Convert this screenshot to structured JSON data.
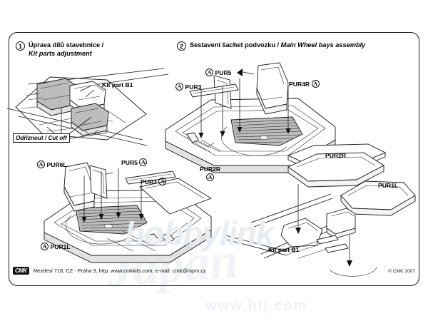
{
  "document": {
    "type": "model-kit-instruction-sheet",
    "manufacturer": "CMK"
  },
  "panels": [
    {
      "number": "1",
      "title_cz": "Úprava dílů stavebnice /",
      "title_en": "Kit parts adjustment",
      "labels": [
        {
          "text": "Kit part B1",
          "marker": ""
        },
        {
          "text": "Odříznout / Cut off",
          "marker": ""
        }
      ]
    },
    {
      "number": "2",
      "title_cz": "Sestavení šachet podvozku /",
      "title_en": "Main Wheel bays assembly",
      "labels": [
        {
          "text": "PUR5",
          "marker": "A"
        },
        {
          "text": "PUR3",
          "marker": "A"
        },
        {
          "text": "PUR4R",
          "marker": "A"
        },
        {
          "text": "PUR2R",
          "marker": "A"
        },
        {
          "text": "PUR6L",
          "marker": "A"
        },
        {
          "text": "PUR5",
          "marker": "A"
        },
        {
          "text": "PUR3",
          "marker": "A"
        },
        {
          "text": "PUR1L",
          "marker": "A"
        },
        {
          "text": "PUR2R",
          "marker": ""
        },
        {
          "text": "PUR1L",
          "marker": ""
        },
        {
          "text": "Kit part B1",
          "marker": ""
        }
      ]
    }
  ],
  "parts": {
    "pur1l": "PUR1L",
    "pur2r": "PUR2R",
    "pur3": "PUR3",
    "pur4r": "PUR4R",
    "pur5": "PUR5",
    "pur6l": "PUR6L",
    "kit_part_b1": "Kit part B1",
    "sprue_marker": "A"
  },
  "notes": {
    "cut_off": "Odříznout / Cut off"
  },
  "footer": {
    "logo": "CMK",
    "address": "Mezilesí 718, CZ - Praha 9,  http: www.cmkkits.com, e-mail: cmk@mpm.cz",
    "copyright": "© CMK 2007"
  },
  "watermarks": {
    "brand": "hobbylink",
    "script": "Japan",
    "url": "www.hlj.com"
  },
  "colors": {
    "ink": "#1a1a1a",
    "paper": "#ffffff",
    "shade_light": "#f4f4f4",
    "shade_mid": "#e2e2e2",
    "shade_dark": "#bdbdbd",
    "watermark": "#eaeff3"
  }
}
